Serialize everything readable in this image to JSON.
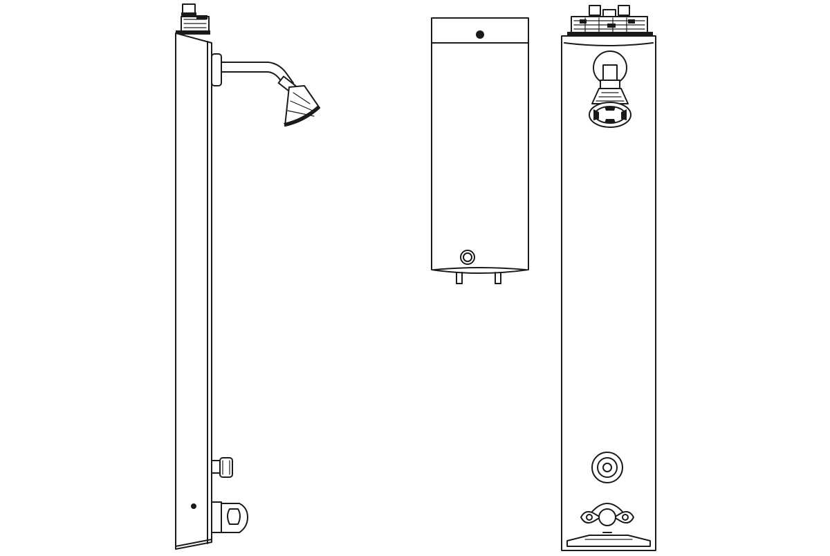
{
  "drawing": {
    "views": [
      "side-view",
      "top-view",
      "front-view"
    ],
    "line_color": "#1a1a1a",
    "background": "#ffffff"
  }
}
